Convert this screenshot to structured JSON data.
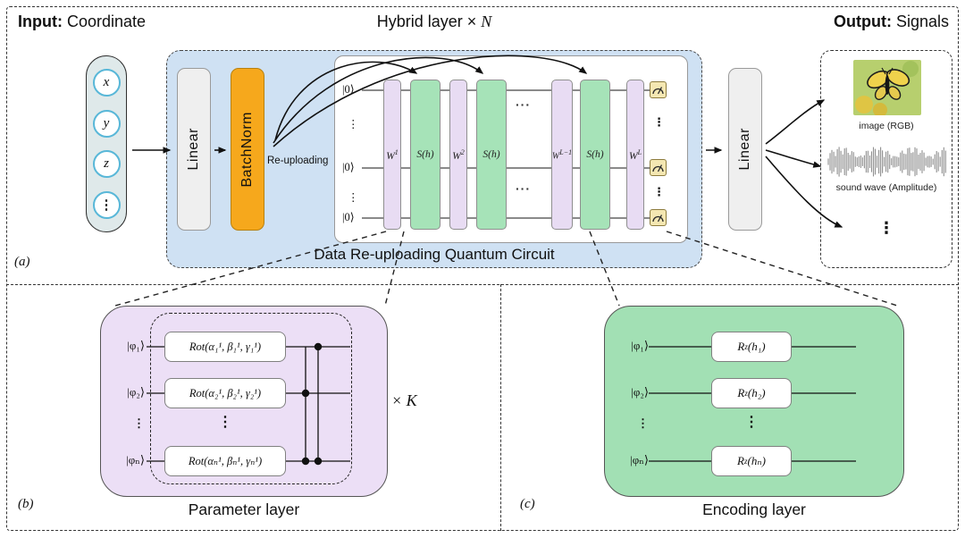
{
  "colors": {
    "hybrid_bg": "#cfe1f3",
    "batchnorm_bg": "#f6a81c",
    "linear_bg": "#efefef",
    "param_gate": "#e8dcf3",
    "encoding_gate": "#a6e3b8",
    "panel_b_bg": "#ecdff6",
    "panel_c_bg": "#a2e0b4",
    "measure_bg": "#f4e7b2",
    "input_column_bg": "#dfe9ea"
  },
  "top": {
    "input_bold": "Input:",
    "input_rest": " Coordinate",
    "hybrid_prefix": "Hybrid layer ×",
    "hybrid_n": "N",
    "output_bold": "Output:",
    "output_rest": " Signals"
  },
  "input_column": {
    "nodes": [
      "x",
      "y",
      "z",
      "⋮"
    ]
  },
  "blocks": {
    "linear1": "Linear",
    "batchnorm": "BatchNorm",
    "linear2": "Linear",
    "reuploading": "Re-uploading"
  },
  "circuit": {
    "wires": [
      "|0⟩",
      "⋮",
      "|0⟩",
      "⋮",
      "|0⟩"
    ],
    "gates": [
      {
        "base": "W",
        "sup": "1"
      },
      {
        "label": "S(h)"
      },
      {
        "base": "W",
        "sup": "2"
      },
      {
        "label": "S(h)"
      },
      {
        "base": "W",
        "sup": "L−1"
      },
      {
        "label": "S(h)"
      },
      {
        "base": "W",
        "sup": "L"
      }
    ],
    "ellipsis": "···",
    "dots": "⋮",
    "caption": "Data Re-uploading Quantum Circuit"
  },
  "outputs": {
    "image_caption": "image (RGB)",
    "sound_caption": "sound wave (Amplitude)",
    "more": "⋮"
  },
  "panel_a_label": "(a)",
  "panel_b": {
    "label": "(b)",
    "caption": "Parameter layer",
    "qubits": [
      "|φ₁⟩",
      "|φ₂⟩",
      "⋮",
      "|φₙ⟩"
    ],
    "gates": [
      "Rot(α₁¹, β₁¹, γ₁¹)",
      "Rot(α₂¹, β₂¹, γ₂¹)",
      "⋮",
      "Rot(αₙ¹, βₙ¹, γₙ¹)"
    ],
    "repeat": "× K"
  },
  "panel_c": {
    "label": "(c)",
    "caption": "Encoding layer",
    "qubits": [
      "|φ₁⟩",
      "|φ₂⟩",
      "⋮",
      "|φₙ⟩"
    ],
    "gates": [
      {
        "base": "R",
        "sub": "z",
        "arg": " (h₁)"
      },
      {
        "base": "R",
        "sub": "z",
        "arg": " (h₂)"
      },
      {
        "dots": "⋮"
      },
      {
        "base": "R",
        "sub": "z",
        "arg": " (hₙ)"
      }
    ]
  }
}
